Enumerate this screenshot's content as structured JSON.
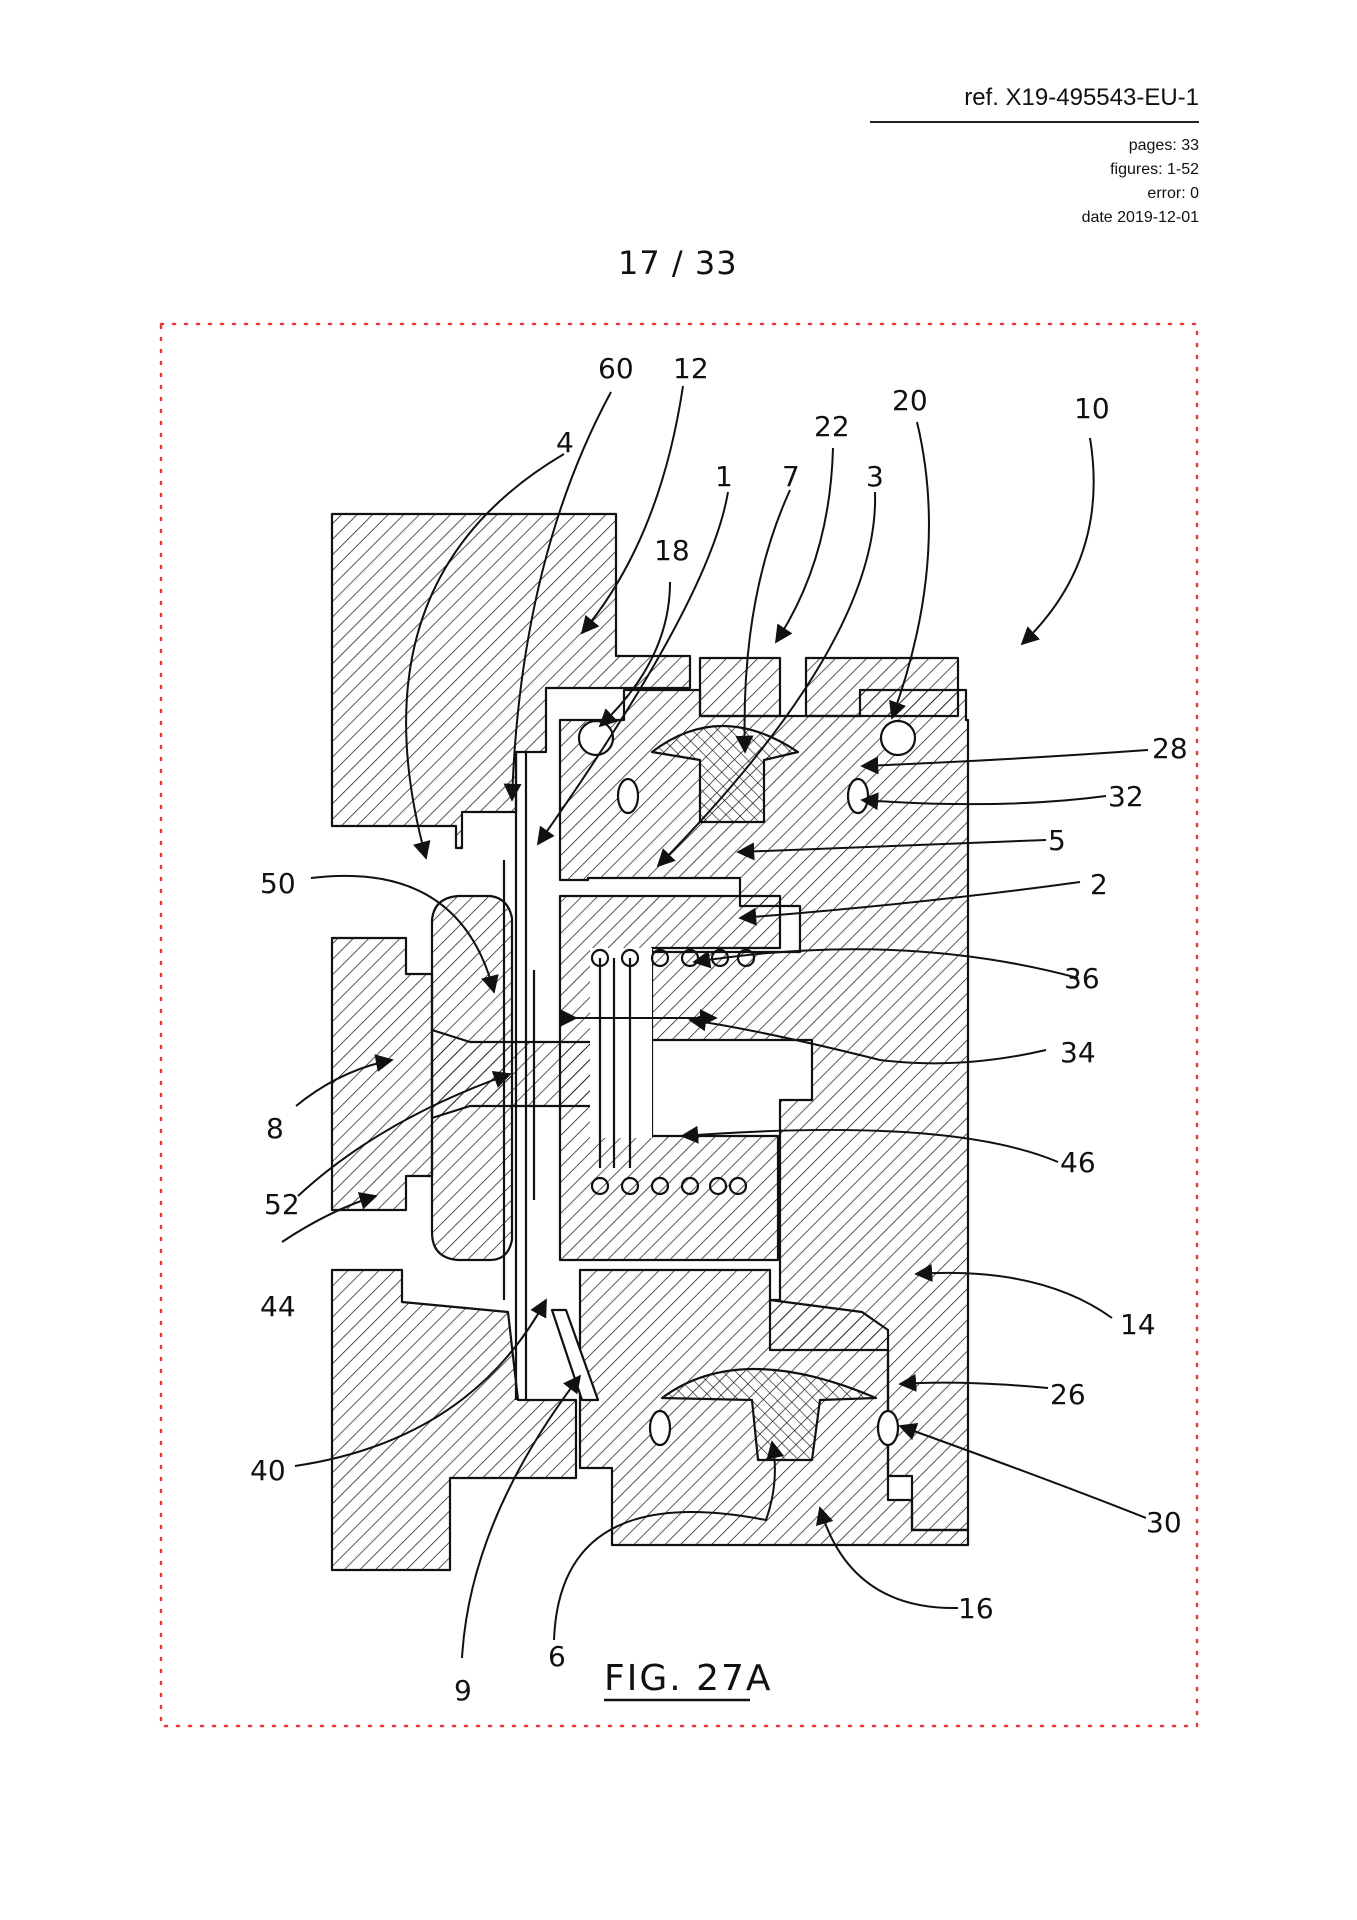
{
  "header": {
    "ref": "ref. X19-495543-EU-1",
    "pages": "pages: 33",
    "figures": "figures: 1-52",
    "error": "error: 0",
    "date": "date 2019-12-01"
  },
  "page_number": "17 / 33",
  "figure": {
    "caption": "FIG. 27A",
    "labels": {
      "l60": "60",
      "l12": "12",
      "l20": "20",
      "l10": "10",
      "l4": "4",
      "l22": "22",
      "l1": "1",
      "l7": "7",
      "l3": "3",
      "l18": "18",
      "l28": "28",
      "l32": "32",
      "l5": "5",
      "l50": "50",
      "l2": "2",
      "l36": "36",
      "l34": "34",
      "l8": "8",
      "l46": "46",
      "l52": "52",
      "l44": "44",
      "l14": "14",
      "l26": "26",
      "l40": "40",
      "l30": "30",
      "l16": "16",
      "l6": "6",
      "l9": "9"
    }
  },
  "colors": {
    "frame": "#e33b3b",
    "ink": "#111111"
  }
}
